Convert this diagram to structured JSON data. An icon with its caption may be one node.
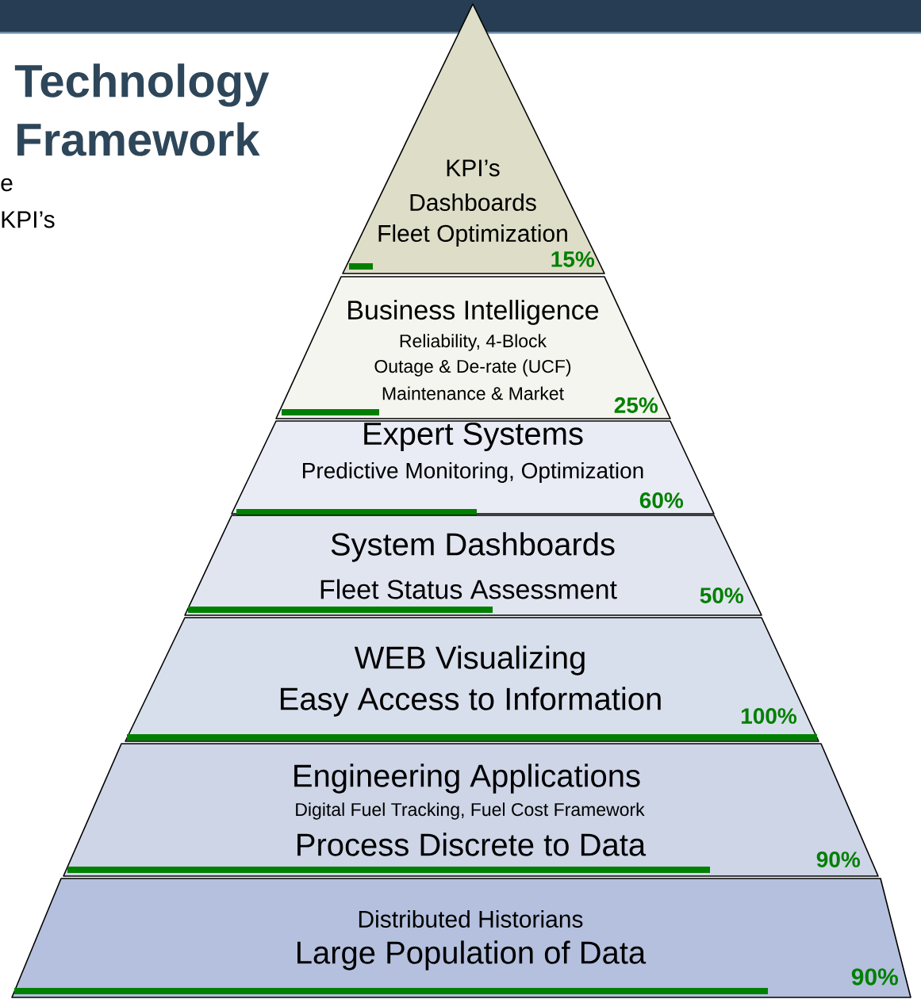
{
  "diagram": {
    "title": "Technology Framework",
    "nodes": [
      {
        "text": [
          "KPI’s",
          "Dashboards",
          "Fleet Optimization",
          "15%"
        ]
      },
      {
        "text": [
          "Business Intelligence",
          "Reliability, 4-Block",
          "Outage & De-rate (UCF)",
          "Maintenance & Market",
          "25%"
        ]
      },
      {
        "text": [
          "Expert Systems",
          "Predictive Monitoring, Optimization",
          "60%"
        ]
      },
      {
        "text": [
          "System Dashboards",
          "Fleet Status Assessment",
          "50%"
        ]
      },
      {
        "text": [
          "WEB Visualizing",
          "Easy Access to Information",
          "100%"
        ]
      },
      {
        "text": [
          "Engineering Applications",
          "Digital Fuel Tracking, Fuel Cost Framework",
          "Process Discrete to Data",
          "90%"
        ]
      },
      {
        "text": [
          "Distributed Historians",
          "Large Population of Data",
          "90%"
        ]
      }
    ],
    "labels": [
      "e",
      "KPI’s"
    ]
  }
}
